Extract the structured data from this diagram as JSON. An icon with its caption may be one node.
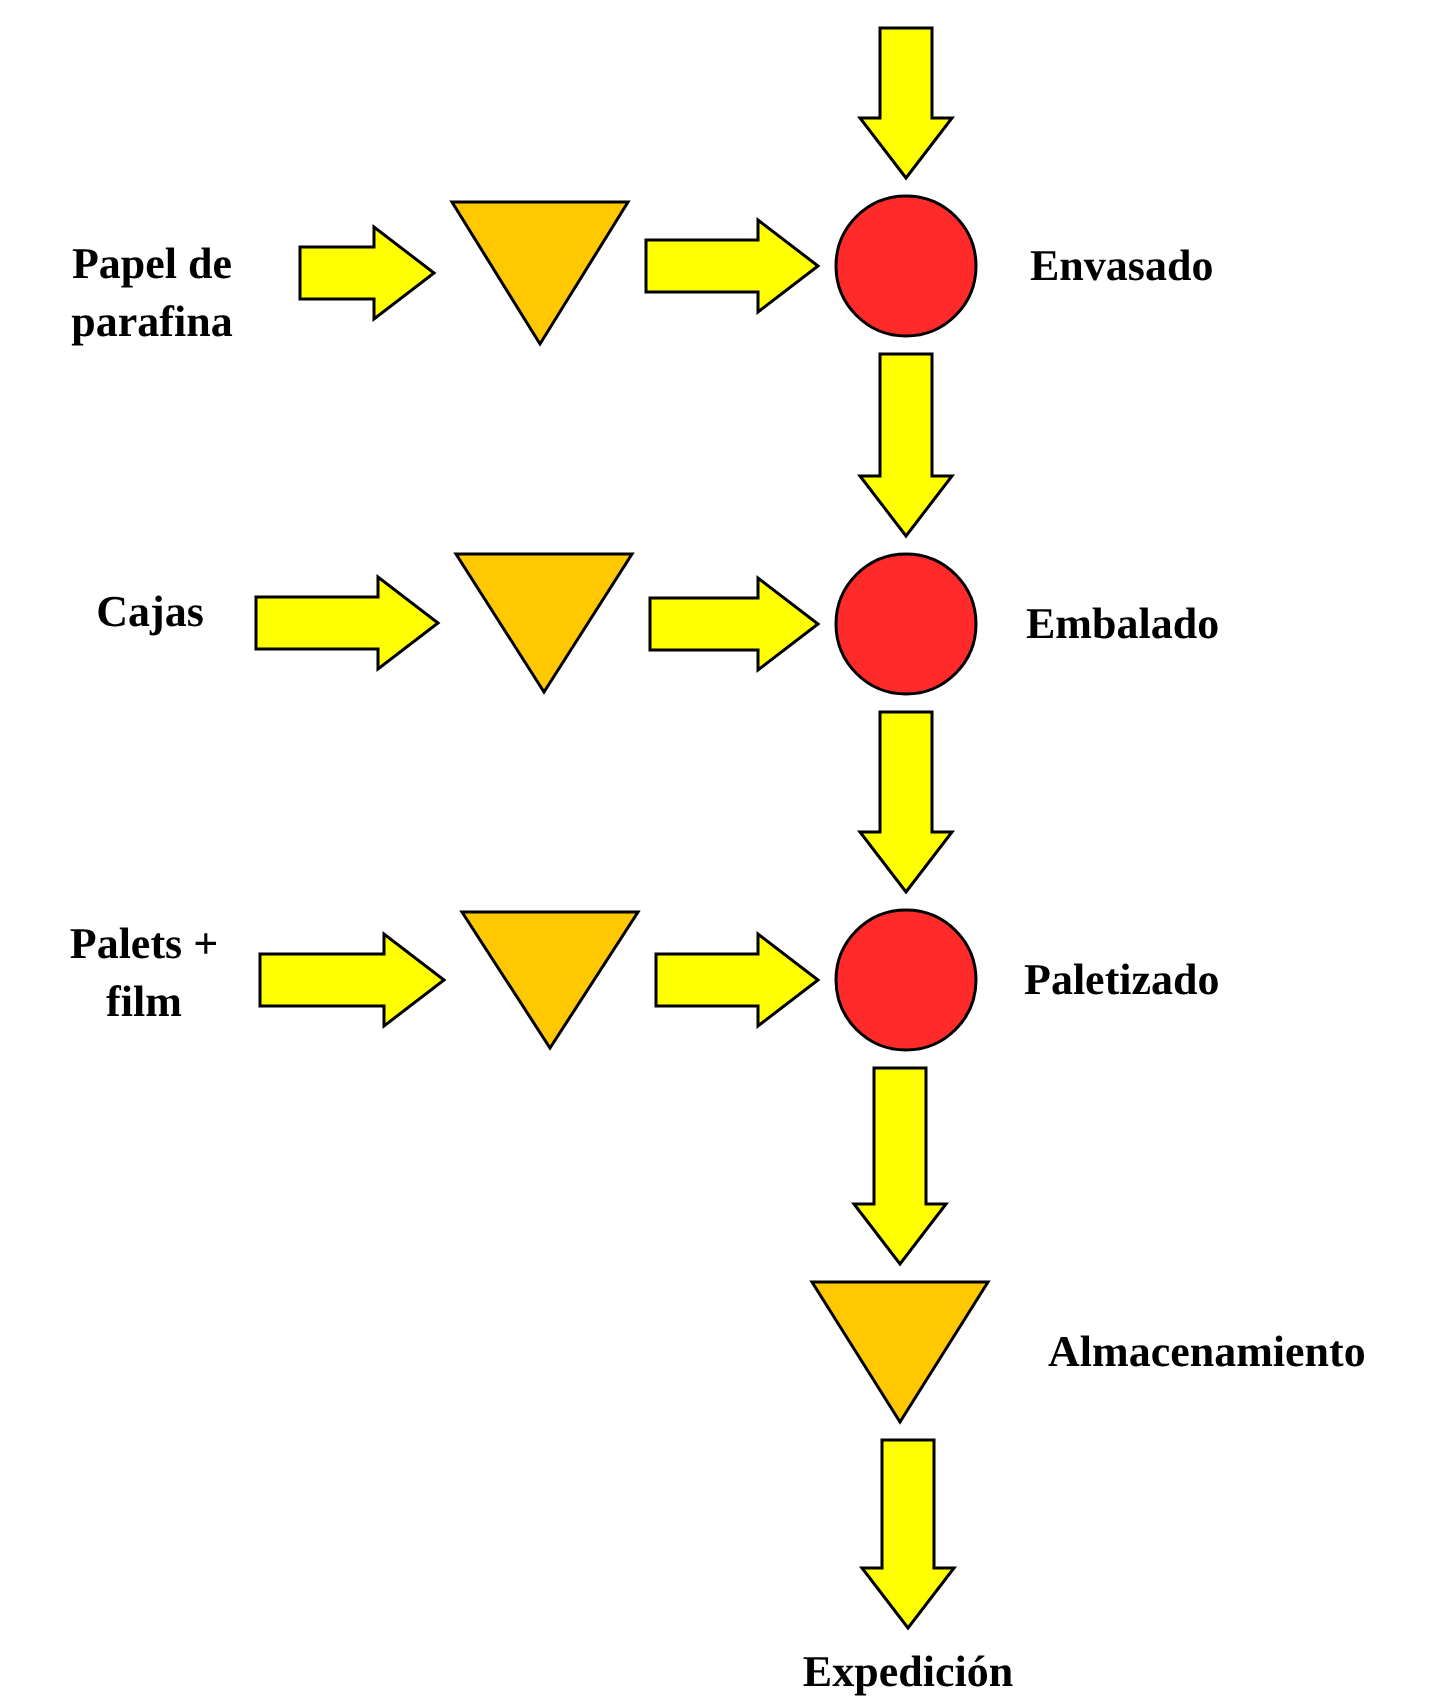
{
  "diagram": {
    "nodes": [
      {
        "text": [
          "Papel de parafina"
        ]
      },
      {
        "text": [],
        "shape": "triangle"
      },
      {
        "text": [],
        "shape": "circle",
        "beside": [
          "Envasado"
        ]
      },
      {
        "text": [
          "Cajas"
        ]
      },
      {
        "text": [],
        "shape": "triangle"
      },
      {
        "text": [],
        "shape": "circle",
        "beside": [
          "Embalado"
        ]
      },
      {
        "text": [
          "Palets + film"
        ]
      },
      {
        "text": [],
        "shape": "triangle"
      },
      {
        "text": [],
        "shape": "circle",
        "beside": [
          "Paletizado"
        ]
      },
      {
        "text": [],
        "shape": "triangle",
        "beside": [
          "Almacenamiento"
        ]
      },
      {
        "text": [
          "Expedición"
        ]
      }
    ],
    "edges": [
      {
        "from": null,
        "to": 2,
        "arrow": "to"
      },
      {
        "from": 0,
        "to": 1,
        "arrow": "to"
      },
      {
        "from": 1,
        "to": 2,
        "arrow": "to"
      },
      {
        "from": 2,
        "to": 5,
        "arrow": "to"
      },
      {
        "from": 3,
        "to": 4,
        "arrow": "to"
      },
      {
        "from": 4,
        "to": 5,
        "arrow": "to"
      },
      {
        "from": 5,
        "to": 8,
        "arrow": "to"
      },
      {
        "from": 6,
        "to": 7,
        "arrow": "to"
      },
      {
        "from": 7,
        "to": 8,
        "arrow": "to"
      },
      {
        "from": 8,
        "to": 9,
        "arrow": "to"
      },
      {
        "from": 9,
        "to": 10,
        "arrow": "to"
      }
    ]
  }
}
